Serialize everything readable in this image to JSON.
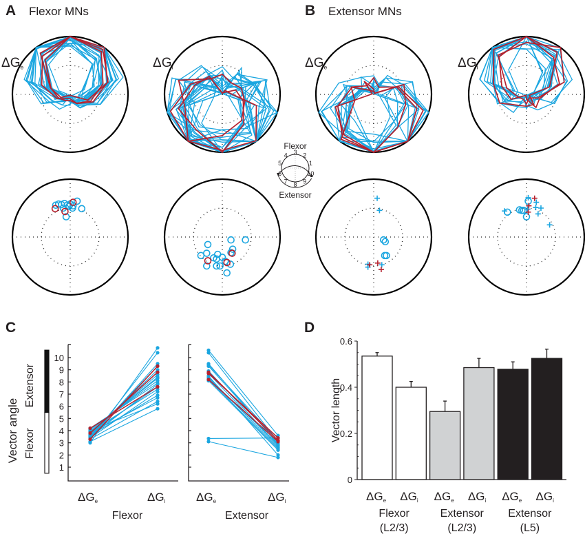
{
  "figure": {
    "panels": [
      {
        "letter": "A",
        "title": "Flexor MNs"
      },
      {
        "letter": "B",
        "title": "Extensor MNs"
      },
      {
        "letter": "C",
        "title": ""
      },
      {
        "letter": "D",
        "title": ""
      }
    ],
    "polar_labels": {
      "ge_main": "ΔG",
      "ge_sub": "e",
      "gi_main": "ΔG",
      "gi_sub": "i"
    },
    "legend": {
      "top_label": "Flexor",
      "bottom_label": "Extensor",
      "numbers": [
        "1",
        "2",
        "3",
        "4",
        "5",
        "6",
        "7",
        "8",
        "9",
        "10"
      ]
    },
    "colors": {
      "cyan": "#1ba6e0",
      "red": "#b5222f",
      "gray_bar": "#d0d2d3",
      "black_bar": "#231f20"
    }
  },
  "chart_data": [
    {
      "id": "A-top-left",
      "type": "polar-line",
      "title": "Flexor MNs ΔGe",
      "description": "Normalized polar conductance profiles across 10 directions; most cells peak toward flexor (top) directions 2-5",
      "series_colors": [
        "cyan",
        "red"
      ],
      "rings": [
        "0.5 (dotted)",
        "1.0 (solid)"
      ]
    },
    {
      "id": "A-top-right",
      "type": "polar-line",
      "title": "Flexor MNs ΔGi",
      "description": "Normalized polar profiles; broad distribution, bias toward extensor (bottom) directions 7-9"
    },
    {
      "id": "B-top-left",
      "type": "polar-line",
      "title": "Extensor MNs ΔGe",
      "description": "Profiles biased toward extensor (bottom) directions"
    },
    {
      "id": "B-top-right",
      "type": "polar-line",
      "title": "Extensor MNs ΔGi",
      "description": "Profiles biased toward flexor (top) directions"
    },
    {
      "id": "A-bottom-left",
      "type": "scatter",
      "title": "Flexor MNs ΔGe vector endpoints",
      "points_cyan_circle": [
        [
          -0.25,
          0.55
        ],
        [
          -0.2,
          0.57
        ],
        [
          -0.15,
          0.56
        ],
        [
          -0.1,
          0.58
        ],
        [
          -0.05,
          0.55
        ],
        [
          0,
          0.57
        ],
        [
          -0.12,
          0.5
        ],
        [
          0.04,
          0.5
        ],
        [
          0.12,
          0.62
        ],
        [
          0.2,
          0.49
        ],
        [
          -0.07,
          0.35
        ],
        [
          -0.02,
          0.53
        ],
        [
          0.05,
          0.54
        ]
      ],
      "points_red_circle": [
        [
          -0.26,
          0.49
        ],
        [
          -0.09,
          0.44
        ],
        [
          0.05,
          0.6
        ]
      ]
    },
    {
      "id": "A-bottom-right",
      "type": "scatter",
      "title": "Flexor MNs ΔGi vector endpoints",
      "points_cyan_circle": [
        [
          0.15,
          -0.05
        ],
        [
          0.4,
          -0.05
        ],
        [
          -0.25,
          -0.13
        ],
        [
          0.18,
          -0.21
        ],
        [
          -0.27,
          -0.28
        ],
        [
          -0.37,
          -0.32
        ],
        [
          -0.08,
          -0.3
        ],
        [
          -0.15,
          -0.36
        ],
        [
          -0.1,
          -0.38
        ],
        [
          0.0,
          -0.35
        ],
        [
          0.05,
          -0.42
        ],
        [
          -0.27,
          -0.5
        ],
        [
          -0.1,
          -0.5
        ],
        [
          -0.04,
          -0.5
        ],
        [
          0.14,
          -0.47
        ],
        [
          0.08,
          -0.62
        ],
        [
          0.15,
          -0.27
        ]
      ],
      "points_red_circle": [
        [
          0.17,
          -0.28
        ],
        [
          -0.25,
          -0.41
        ],
        [
          0.08,
          -0.44
        ]
      ]
    },
    {
      "id": "B-bottom-left",
      "type": "scatter",
      "title": "Extensor MNs ΔGe vector endpoints",
      "points_cyan_circle": [
        [
          0.17,
          -0.05
        ],
        [
          0.2,
          -0.08
        ],
        [
          0.19,
          -0.32
        ],
        [
          0.22,
          -0.32
        ]
      ],
      "points_cyan_plus": [
        [
          0.06,
          0.67
        ],
        [
          0.1,
          0.46
        ],
        [
          -0.1,
          -0.47
        ],
        [
          -0.1,
          -0.52
        ],
        [
          0.14,
          -0.48
        ]
      ],
      "points_red_plus": [
        [
          -0.07,
          -0.48
        ],
        [
          0.07,
          -0.45
        ],
        [
          0.13,
          -0.56
        ]
      ]
    },
    {
      "id": "B-bottom-right",
      "type": "scatter",
      "title": "Extensor MNs ΔGi vector endpoints",
      "points_cyan_circle": [
        [
          -0.33,
          0.43
        ],
        [
          -0.12,
          0.47
        ],
        [
          -0.08,
          0.46
        ],
        [
          0.03,
          0.62
        ],
        [
          0.0,
          0.35
        ],
        [
          -0.05,
          0.46
        ]
      ],
      "points_cyan_plus": [
        [
          0.03,
          0.68
        ],
        [
          0.17,
          0.6
        ],
        [
          0.16,
          0.51
        ],
        [
          0.25,
          0.5
        ],
        [
          0.2,
          0.4
        ],
        [
          0.4,
          0.21
        ],
        [
          -0.38,
          0.45
        ],
        [
          0.02,
          0.48
        ]
      ],
      "points_red_plus": [
        [
          0.14,
          0.67
        ],
        [
          0.04,
          0.54
        ],
        [
          0.03,
          0.43
        ]
      ]
    },
    {
      "id": "C",
      "type": "line",
      "ylabel": "Vector angle",
      "ylabel_groups": [
        "Flexor",
        "Extensor"
      ],
      "yticks": [
        1,
        2,
        3,
        4,
        5,
        6,
        7,
        8,
        9,
        10
      ],
      "ylim": [
        0,
        10.3
      ],
      "subplots": [
        {
          "name": "Flexor",
          "categories": [
            "ΔGe",
            "ΔGi"
          ],
          "series_cyan": [
            [
              3.0,
              10.8
            ],
            [
              3.3,
              10.4
            ],
            [
              3.4,
              9.5
            ],
            [
              3.5,
              9.3
            ],
            [
              3.6,
              9.0
            ],
            [
              3.7,
              8.8
            ],
            [
              3.8,
              8.6
            ],
            [
              3.9,
              8.4
            ],
            [
              4.0,
              8.3
            ],
            [
              4.1,
              8.1
            ],
            [
              4.2,
              7.9
            ],
            [
              3.5,
              7.8
            ],
            [
              3.7,
              7.6
            ],
            [
              3.9,
              7.4
            ],
            [
              3.4,
              7.2
            ],
            [
              3.6,
              6.9
            ],
            [
              3.8,
              6.7
            ],
            [
              4.0,
              6.2
            ],
            [
              3.3,
              6.4
            ],
            [
              3.1,
              5.8
            ]
          ],
          "series_red": [
            [
              3.3,
              9.3
            ],
            [
              3.8,
              8.8
            ],
            [
              4.2,
              7.6
            ]
          ]
        },
        {
          "name": "Extensor",
          "categories": [
            "ΔGe",
            "ΔGi"
          ],
          "series_cyan": [
            [
              10.6,
              3.6
            ],
            [
              10.4,
              3.1
            ],
            [
              9.5,
              2.9
            ],
            [
              9.4,
              3.2
            ],
            [
              9.3,
              3.0
            ],
            [
              8.9,
              2.8
            ],
            [
              8.7,
              2.7
            ],
            [
              8.4,
              2.6
            ],
            [
              8.3,
              2.9
            ],
            [
              8.1,
              2.4
            ],
            [
              8.2,
              2.5
            ],
            [
              8.5,
              2.0
            ],
            [
              3.35,
              3.4
            ],
            [
              3.1,
              1.8
            ]
          ],
          "series_red": [
            [
              8.8,
              3.2
            ],
            [
              8.7,
              3.4
            ],
            [
              8.2,
              3.1
            ]
          ]
        }
      ]
    },
    {
      "id": "D",
      "type": "bar",
      "title": "",
      "xlabel": "",
      "ylabel": "Vector length",
      "ylim": [
        0,
        0.6
      ],
      "yticks": [
        0,
        0.2,
        0.4,
        0.6
      ],
      "categories": [
        "ΔGe",
        "ΔGi",
        "ΔGe",
        "ΔGi",
        "ΔGe",
        "ΔGi"
      ],
      "groups": [
        {
          "label": "Flexor",
          "sublabel": "(L2/3)",
          "fill": "white"
        },
        {
          "label": "Extensor",
          "sublabel": "(L2/3)",
          "fill": "gray"
        },
        {
          "label": "Extensor",
          "sublabel": "(L5)",
          "fill": "black"
        }
      ],
      "values": [
        0.535,
        0.4,
        0.295,
        0.485,
        0.478,
        0.525
      ],
      "errors": [
        0.015,
        0.025,
        0.045,
        0.04,
        0.032,
        0.04
      ]
    }
  ]
}
